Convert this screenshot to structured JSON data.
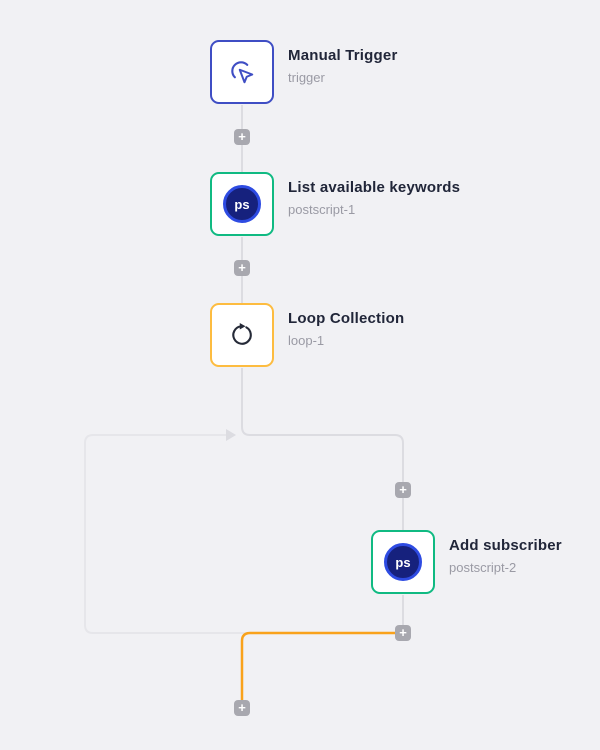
{
  "app": {
    "name": "workflow-canvas"
  },
  "colors": {
    "canvas_bg": "#f1f1f4",
    "node_bg": "#ffffff",
    "trigger_border": "#3f4ec4",
    "postscript_border": "#10ba82",
    "loop_border": "#fdbc40",
    "connector": "#dcdce1",
    "loopback_connector": "#e6e6ea",
    "active_connector": "#f9a21b",
    "plus_button_bg": "#a8a8af",
    "title_text": "#212639",
    "subtitle_text": "#9a9aa4",
    "ps_logo_bg": "#16217d",
    "ps_logo_ring": "#2e4be2"
  },
  "nodes": [
    {
      "title": "Manual Trigger",
      "subtitle": "trigger"
    },
    {
      "title": "List available keywords",
      "subtitle": "postscript-1"
    },
    {
      "title": "Loop Collection",
      "subtitle": "loop-1"
    },
    {
      "title": "Add subscriber",
      "subtitle": "postscript-2"
    }
  ],
  "ps_logo_text": "ps",
  "plus_symbol": "+"
}
